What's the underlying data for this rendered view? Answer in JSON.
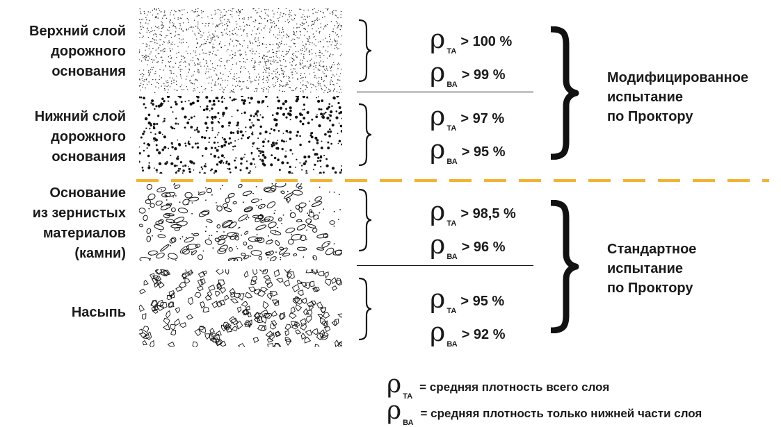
{
  "layers": [
    {
      "label_lines": [
        "Верхний слой",
        "дорожного",
        "основания"
      ]
    },
    {
      "label_lines": [
        "Нижний слой",
        "дорожного",
        "основания"
      ]
    },
    {
      "label_lines": [
        "Основание",
        "из зернистых",
        "материалов",
        "(камни)"
      ]
    },
    {
      "label_lines": [
        "Насыпь"
      ]
    }
  ],
  "specs": [
    {
      "ta": "> 100 %",
      "ba": "> 99 %"
    },
    {
      "ta": "> 97 %",
      "ba": "> 95 %"
    },
    {
      "ta": "> 98,5 %",
      "ba": "> 96 %"
    },
    {
      "ta": "> 95 %",
      "ba": "> 92 %"
    }
  ],
  "symbol": "ρ",
  "sub_ta": "ТА",
  "sub_ba": "ВА",
  "tests": {
    "modified": [
      "Модифицированное",
      "испытание",
      "по Проктору"
    ],
    "standard": [
      "Стандартное",
      "испытание",
      "по Проктору"
    ]
  },
  "legend": {
    "ta_text": "= средняя плотность всего слоя",
    "ba_text": "= средняя плотность только нижней части слоя"
  },
  "colors": {
    "divider": "#f2b233",
    "ink": "#1a1a1a"
  }
}
